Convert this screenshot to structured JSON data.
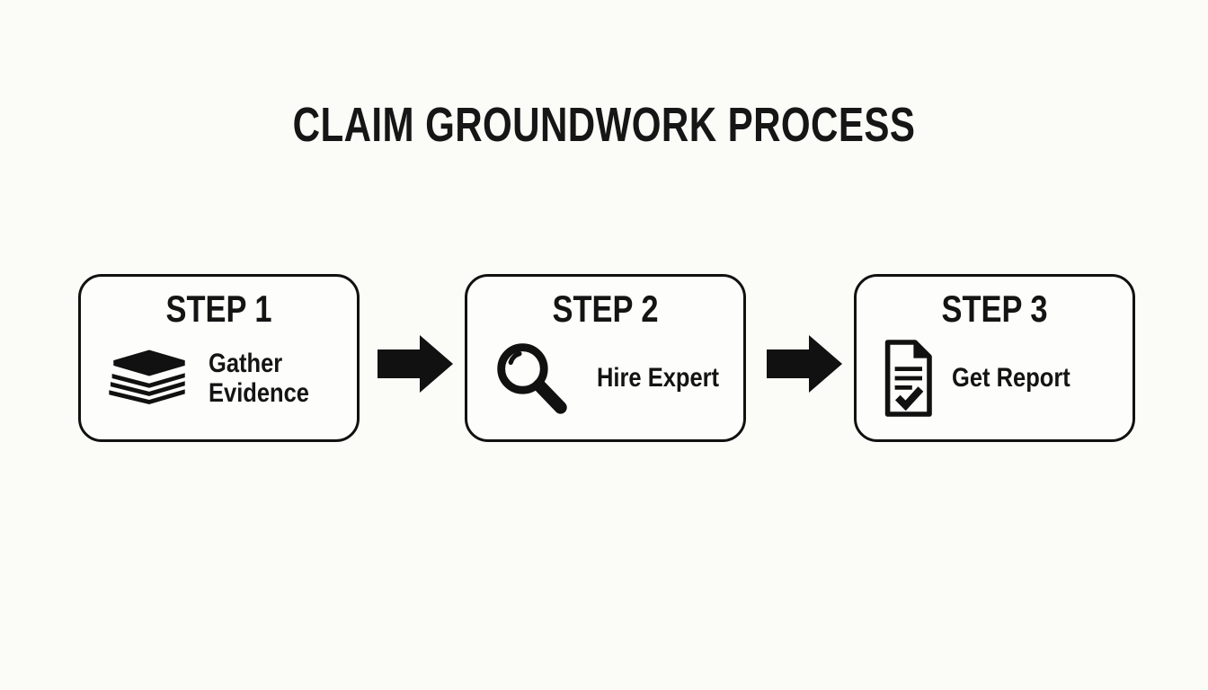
{
  "title": "CLAIM GROUNDWORK PROCESS",
  "steps": [
    {
      "label": "STEP 1",
      "icon": "evidence-stack-icon",
      "text": "Gather Evidence"
    },
    {
      "label": "STEP 2",
      "icon": "magnifier-icon",
      "text": "Hire Expert"
    },
    {
      "label": "STEP 3",
      "icon": "report-check-icon",
      "text": "Get Report"
    }
  ],
  "connectors": [
    {
      "type": "arrow-right"
    },
    {
      "type": "arrow-right"
    }
  ],
  "colors": {
    "background": "#fbfbf8",
    "ink": "#111111",
    "box_fill": "#fdfdfb"
  }
}
